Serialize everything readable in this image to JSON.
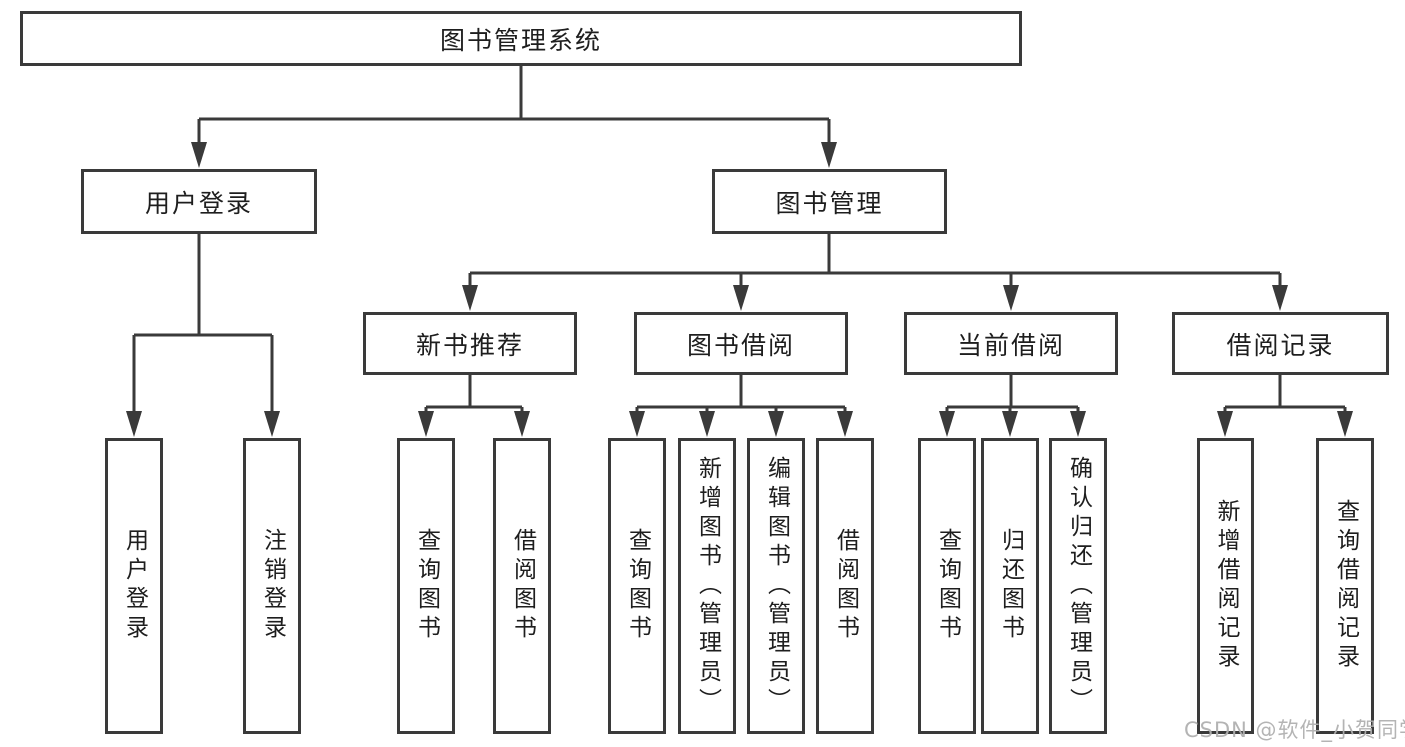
{
  "diagram": {
    "root": {
      "label": "图书管理系统"
    },
    "level2": [
      {
        "label": "用户登录"
      },
      {
        "label": "图书管理"
      }
    ],
    "level3": [
      {
        "label": "新书推荐"
      },
      {
        "label": "图书借阅"
      },
      {
        "label": "当前借阅"
      },
      {
        "label": "借阅记录"
      }
    ],
    "leaves": [
      {
        "label": "用户登录"
      },
      {
        "label": "注销登录"
      },
      {
        "label": "查询图书"
      },
      {
        "label": "借阅图书"
      },
      {
        "label": "查询图书"
      },
      {
        "label": "新增图书（管理员）"
      },
      {
        "label": "编辑图书（管理员）"
      },
      {
        "label": "借阅图书"
      },
      {
        "label": "查询图书"
      },
      {
        "label": "归还图书"
      },
      {
        "label": "确认归还（管理员）"
      },
      {
        "label": "新增借阅记录"
      },
      {
        "label": "查询借阅记录"
      }
    ],
    "colors": {
      "line": "#3a3a3a",
      "text": "#1e1e1e",
      "background": "#ffffff",
      "watermark": "#b1b1b1"
    }
  },
  "watermark": {
    "text": "CSDN @软件_小贺同学"
  }
}
